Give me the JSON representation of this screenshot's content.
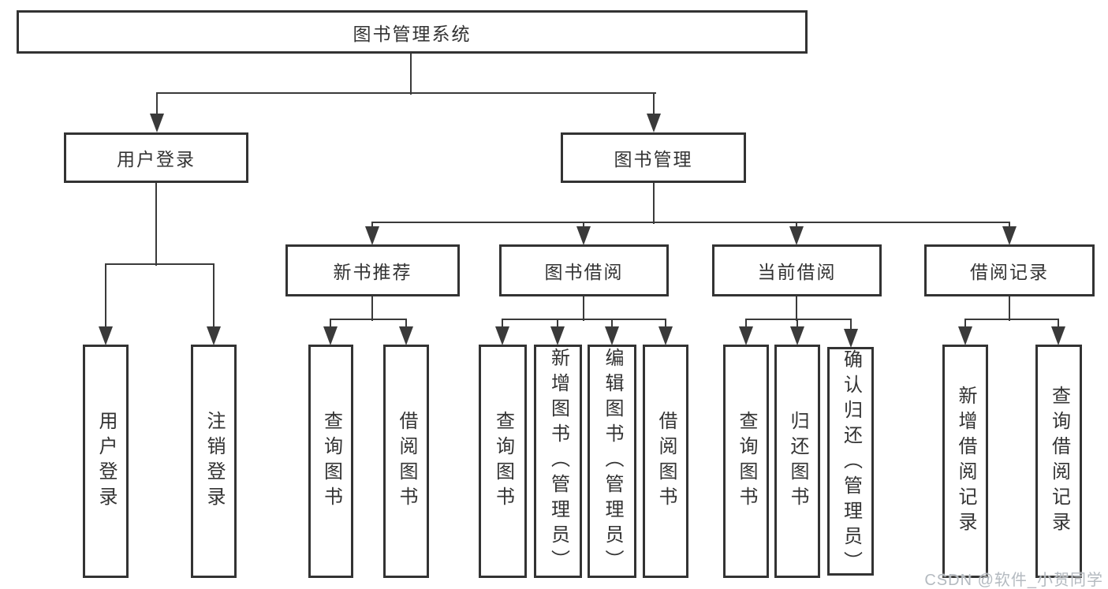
{
  "tree": {
    "root": "图书管理系统",
    "children": [
      {
        "label": "用户登录",
        "children": [
          {
            "label": "用户登录"
          },
          {
            "label": "注销登录"
          }
        ]
      },
      {
        "label": "图书管理",
        "children": [
          {
            "label": "新书推荐",
            "children": [
              {
                "label": "查询图书"
              },
              {
                "label": "借阅图书"
              }
            ]
          },
          {
            "label": "图书借阅",
            "children": [
              {
                "label": "查询图书"
              },
              {
                "label": "新增图书（管理员）"
              },
              {
                "label": "编辑图书（管理员）"
              },
              {
                "label": "借阅图书"
              }
            ]
          },
          {
            "label": "当前借阅",
            "children": [
              {
                "label": "查询图书"
              },
              {
                "label": "归还图书"
              },
              {
                "label": "确认归还（管理员）"
              }
            ]
          },
          {
            "label": "借阅记录",
            "children": [
              {
                "label": "新增借阅记录"
              },
              {
                "label": "查询借阅记录"
              }
            ]
          }
        ]
      }
    ]
  },
  "watermark": {
    "text": "CSDN @软件_小贺同学"
  },
  "colors": {
    "line": "#3a3a3a",
    "box_border": "#333333",
    "text": "#333333",
    "background": "#ffffff",
    "watermark": "#b4bac0"
  }
}
